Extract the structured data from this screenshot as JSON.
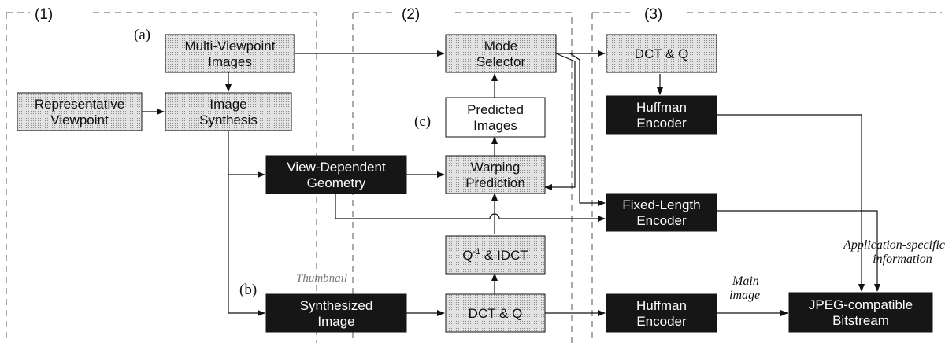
{
  "sections": [
    "(1)",
    "(2)",
    "(3)"
  ],
  "letters": [
    "(a)",
    "(b)",
    "(c)"
  ],
  "boxes": {
    "multi_viewpoint": [
      "Multi-Viewpoint",
      "Images"
    ],
    "representative": [
      "Representative",
      "Viewpoint"
    ],
    "image_synthesis": [
      "Image",
      "Synthesis"
    ],
    "view_dependent": [
      "View-Dependent",
      "Geometry"
    ],
    "synthesized": [
      "Synthesized",
      "Image"
    ],
    "mode_selector": [
      "Mode",
      "Selector"
    ],
    "predicted": [
      "Predicted",
      "Images"
    ],
    "warping": [
      "Warping",
      "Prediction"
    ],
    "idct": [
      "Q",
      "-1",
      " & IDCT"
    ],
    "dct_q_mid": [
      "DCT & Q"
    ],
    "dct_q_top": [
      "DCT & Q"
    ],
    "huffman_top": [
      "Huffman",
      "Encoder"
    ],
    "fixed_length": [
      "Fixed-Length",
      "Encoder"
    ],
    "huffman_bottom": [
      "Huffman",
      "Encoder"
    ],
    "jpeg": [
      "JPEG-compatible",
      "Bitstream"
    ]
  },
  "annotations": {
    "thumbnail": "Thumbnail",
    "main_image": [
      "Main",
      "image"
    ],
    "app_specific": [
      "Application-specific",
      "information"
    ]
  },
  "colors": {
    "light_fill": "#d2d2d2",
    "dark_fill": "#161616",
    "white_fill": "#ffffff",
    "line": "#111111",
    "dash": "#555555"
  }
}
